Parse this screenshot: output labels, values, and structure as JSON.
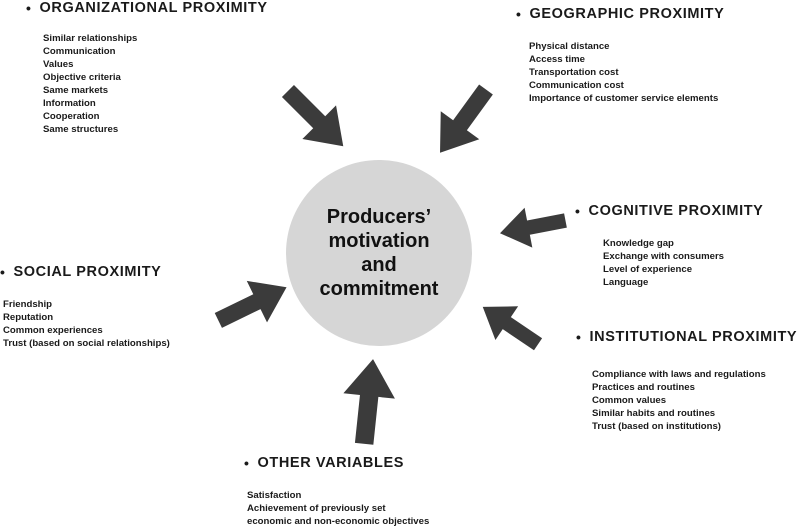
{
  "center": {
    "label": "Producers’\nmotivation\nand\ncommitment"
  },
  "sections": {
    "organizational": {
      "heading": "ORGANIZATIONAL PROXIMITY",
      "items": [
        "Similar relationships",
        "Communication",
        "Values",
        "Objective criteria",
        "Same markets",
        "Information",
        "Cooperation",
        "Same structures"
      ]
    },
    "geographic": {
      "heading": "GEOGRAPHIC PROXIMITY",
      "items": [
        "Physical distance",
        "Access time",
        "Transportation cost",
        "Communication cost",
        "Importance of customer service elements"
      ]
    },
    "cognitive": {
      "heading": "COGNITIVE PROXIMITY",
      "items": [
        "Knowledge gap",
        "Exchange with consumers",
        "Level of experience",
        "Language"
      ]
    },
    "social": {
      "heading": "SOCIAL PROXIMITY",
      "items": [
        "Friendship",
        "Reputation",
        "Common experiences",
        "Trust (based on social relationships)"
      ]
    },
    "institutional": {
      "heading": "INSTITUTIONAL PROXIMITY",
      "items": [
        "Compliance with laws and regulations",
        "Practices and routines",
        "Common values",
        "Similar habits and routines",
        "Trust (based on institutions)"
      ]
    },
    "other": {
      "heading": "OTHER VARIABLES",
      "items": [
        "Satisfaction",
        "Achievement of previously set",
        "economic and non-economic objectives"
      ]
    }
  },
  "colors": {
    "arrow": "#3b3b3b",
    "circle": "#d6d6d6",
    "text": "#1a1a1a"
  }
}
